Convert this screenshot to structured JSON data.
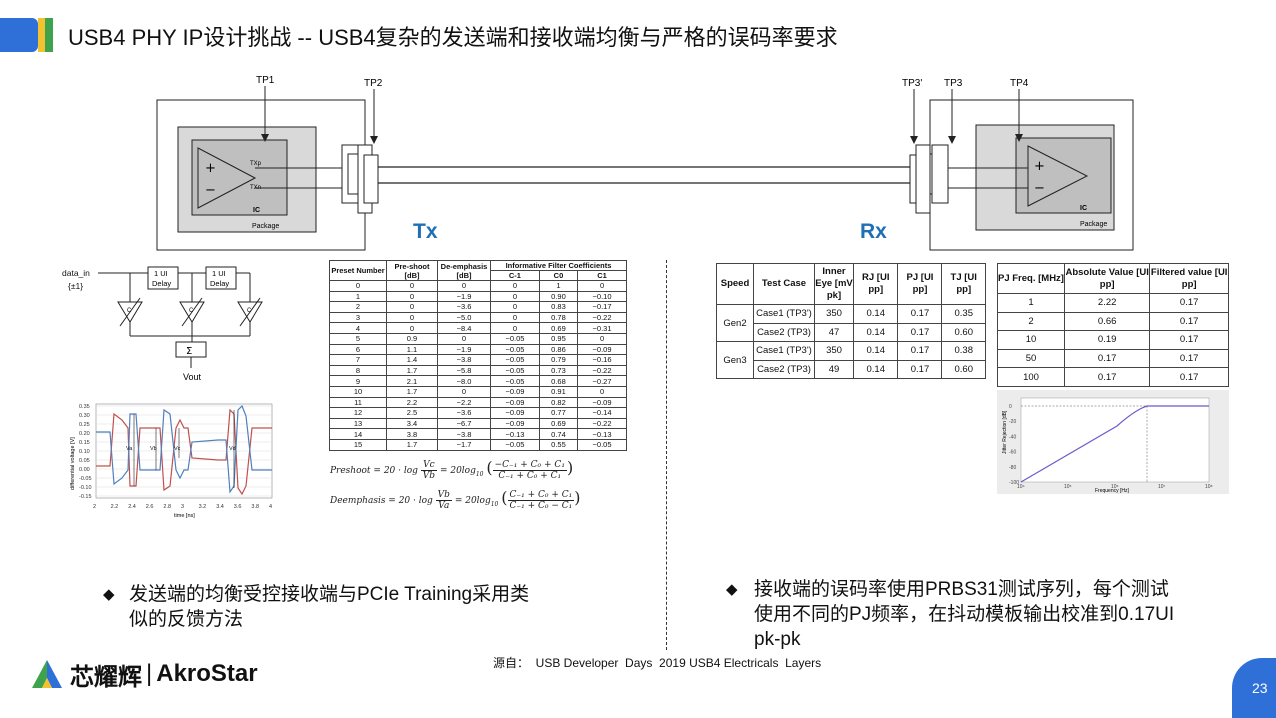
{
  "header": {
    "title": "USB4 PHY IP设计挑战 -- USB4复杂的发送端和接收端均衡与严格的误码率要求",
    "accent_colors": [
      "#2f6fd8",
      "#f2c230",
      "#3fa34d"
    ]
  },
  "tx_diagram": {
    "tp1": "TP1",
    "tp2": "TP2",
    "txp": "TXp",
    "txn": "TXn",
    "plus": "+",
    "minus": "−",
    "ic": "IC",
    "package": "Package",
    "label": "Tx"
  },
  "rx_diagram": {
    "tp3p": "TP3'",
    "tp3": "TP3",
    "tp4": "TP4",
    "plus": "+",
    "minus": "−",
    "ic": "IC",
    "package": "Package",
    "label": "Rx"
  },
  "ffe_diagram": {
    "data_in": "data_in",
    "data_range": "{±1}",
    "delay1_l1": "1 UI",
    "delay1_l2": "Delay",
    "delay2_l1": "1 UI",
    "delay2_l2": "Delay",
    "sum": "Σ",
    "c1": "C",
    "c2": "C",
    "c3": "C",
    "vout": "Vout"
  },
  "waveform": {
    "ylabel": "differential voltage [V]",
    "xlabel": "time [ns]",
    "y_ticks": [
      "0.35",
      "0.30",
      "0.25",
      "0.20",
      "0.15",
      "0.10",
      "0.05",
      "0.00",
      "-0.05",
      "-0.10",
      "-0.15"
    ],
    "x_ticks": [
      "2",
      "2.2",
      "2.4",
      "2.6",
      "2.8",
      "3",
      "3.2",
      "3.4",
      "3.6",
      "3.8",
      "4"
    ],
    "markers": [
      "Va",
      "Vb",
      "Vc",
      "Vd"
    ],
    "colors": {
      "red": "#c0504d",
      "blue": "#4f81bd"
    }
  },
  "preset_table": {
    "headers": [
      "Preset Number",
      "Pre-shoot [dB]",
      "De-emphasis [dB]",
      "Informative Filter Coefficients"
    ],
    "units": [
      "",
      "[dB]",
      "[dB]"
    ],
    "coef_headers": [
      "C-1",
      "C0",
      "C1"
    ],
    "rows": [
      [
        "0",
        "0",
        "0",
        "0",
        "1",
        "0"
      ],
      [
        "1",
        "0",
        "−1.9",
        "0",
        "0.90",
        "−0.10"
      ],
      [
        "2",
        "0",
        "−3.6",
        "0",
        "0.83",
        "−0.17"
      ],
      [
        "3",
        "0",
        "−5.0",
        "0",
        "0.78",
        "−0.22"
      ],
      [
        "4",
        "0",
        "−8.4",
        "0",
        "0.69",
        "−0.31"
      ],
      [
        "5",
        "0.9",
        "0",
        "−0.05",
        "0.95",
        "0"
      ],
      [
        "6",
        "1.1",
        "−1.9",
        "−0.05",
        "0.86",
        "−0.09"
      ],
      [
        "7",
        "1.4",
        "−3.8",
        "−0.05",
        "0.79",
        "−0.16"
      ],
      [
        "8",
        "1.7",
        "−5.8",
        "−0.05",
        "0.73",
        "−0.22"
      ],
      [
        "9",
        "2.1",
        "−8.0",
        "−0.05",
        "0.68",
        "−0.27"
      ],
      [
        "10",
        "1.7",
        "0",
        "−0.09",
        "0.91",
        "0"
      ],
      [
        "11",
        "2.2",
        "−2.2",
        "−0.09",
        "0.82",
        "−0.09"
      ],
      [
        "12",
        "2.5",
        "−3.6",
        "−0.09",
        "0.77",
        "−0.14"
      ],
      [
        "13",
        "3.4",
        "−6.7",
        "−0.09",
        "0.69",
        "−0.22"
      ],
      [
        "14",
        "3.8",
        "−3.8",
        "−0.13",
        "0.74",
        "−0.13"
      ],
      [
        "15",
        "1.7",
        "−1.7",
        "−0.05",
        "0.55",
        "−0.05"
      ]
    ]
  },
  "formulas": {
    "preshoot_lhs": "Preshoot = 20 · log",
    "preshoot_frac_num": "Vc",
    "preshoot_frac_den": "Vb",
    "preshoot_mid": "= 20log",
    "preshoot_sub": "10",
    "preshoot_num": "−C₋₁ + C₀ + C₁",
    "preshoot_den": "C₋₁ + C₀ + C₁",
    "deemph_lhs": "Deemphasis = 20 · log",
    "deemph_frac_num": "Vb",
    "deemph_frac_den": "Va",
    "deemph_mid": "= 20log",
    "deemph_sub": "10",
    "deemph_num": "C₋₁ + C₀ + C₁",
    "deemph_den": "C₋₁ + C₀ − C₁"
  },
  "rx_spec_table": {
    "headers": [
      "Speed",
      "Test Case",
      "Inner Eye [mV pk]",
      "RJ [UI pp]",
      "PJ [UI pp]",
      "TJ [UI pp]"
    ],
    "gen2": "Gen2",
    "gen3": "Gen3",
    "rows": [
      [
        "Case1 (TP3')",
        "350",
        "0.14",
        "0.17",
        "0.35"
      ],
      [
        "Case2 (TP3)",
        "47",
        "0.14",
        "0.17",
        "0.60"
      ],
      [
        "Case1 (TP3')",
        "350",
        "0.14",
        "0.17",
        "0.38"
      ],
      [
        "Case2 (TP3)",
        "49",
        "0.14",
        "0.17",
        "0.60"
      ]
    ]
  },
  "pj_table": {
    "headers": [
      "PJ Freq. [MHz]",
      "Absolute Value [UI pp]",
      "Filtered value [UI pp]"
    ],
    "rows": [
      [
        "1",
        "2.22",
        "0.17"
      ],
      [
        "2",
        "0.66",
        "0.17"
      ],
      [
        "10",
        "0.19",
        "0.17"
      ],
      [
        "50",
        "0.17",
        "0.17"
      ],
      [
        "100",
        "0.17",
        "0.17"
      ]
    ]
  },
  "jitter_plot": {
    "ylabel": "Jitter Rejection [dB]",
    "xlabel": "Frequency [Hz]",
    "y_ticks": [
      "0",
      "-20",
      "-40",
      "-60",
      "-80",
      "-100"
    ],
    "x_ticks": [
      "10⁴",
      "10⁵",
      "10⁶",
      "10⁷",
      "10⁸"
    ]
  },
  "bullets": {
    "left_line1": "发送端的均衡受控接收端与PCIe  Training采用类",
    "left_line2": "似的反馈方法",
    "right_line1": "接收端的误码率使用PRBS31测试序列，每个测试",
    "right_line2": "使用不同的PJ频率，在抖动模板输出校准到0.17UI",
    "right_line3": "pk-pk",
    "marker": "◆"
  },
  "footer": {
    "source": "源自：  USB Developer  Days  2019 USB4 Electricals  Layers",
    "brand_cn": "芯耀辉",
    "brand_sep": "|",
    "brand_en": "AkroStar",
    "page_number": "23"
  }
}
